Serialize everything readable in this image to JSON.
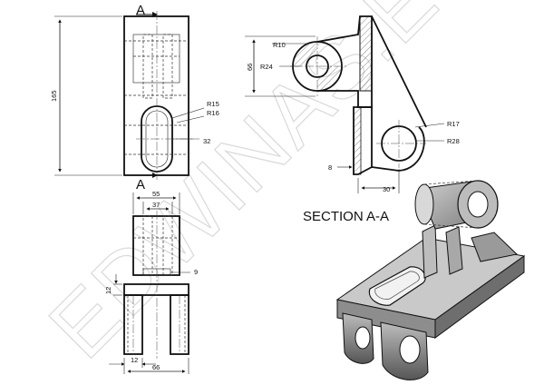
{
  "watermark": "EDWINAS.EU",
  "section_marks": {
    "top": "A",
    "bottom": "A"
  },
  "section_title": "SECTION A-A",
  "dims": {
    "front_height": "165",
    "r15": "R15",
    "r16": "R16",
    "slot_w": "32",
    "top_w1": "55",
    "top_w2": "37",
    "rib": "9",
    "base_h": "12",
    "bot_12": "12",
    "bot_66": "66",
    "sec_r10": "R10",
    "sec_r24": "R24",
    "sec_66": "66",
    "sec_r17": "R17",
    "sec_r28": "R28",
    "sec_8": "8",
    "sec_30": "30"
  }
}
